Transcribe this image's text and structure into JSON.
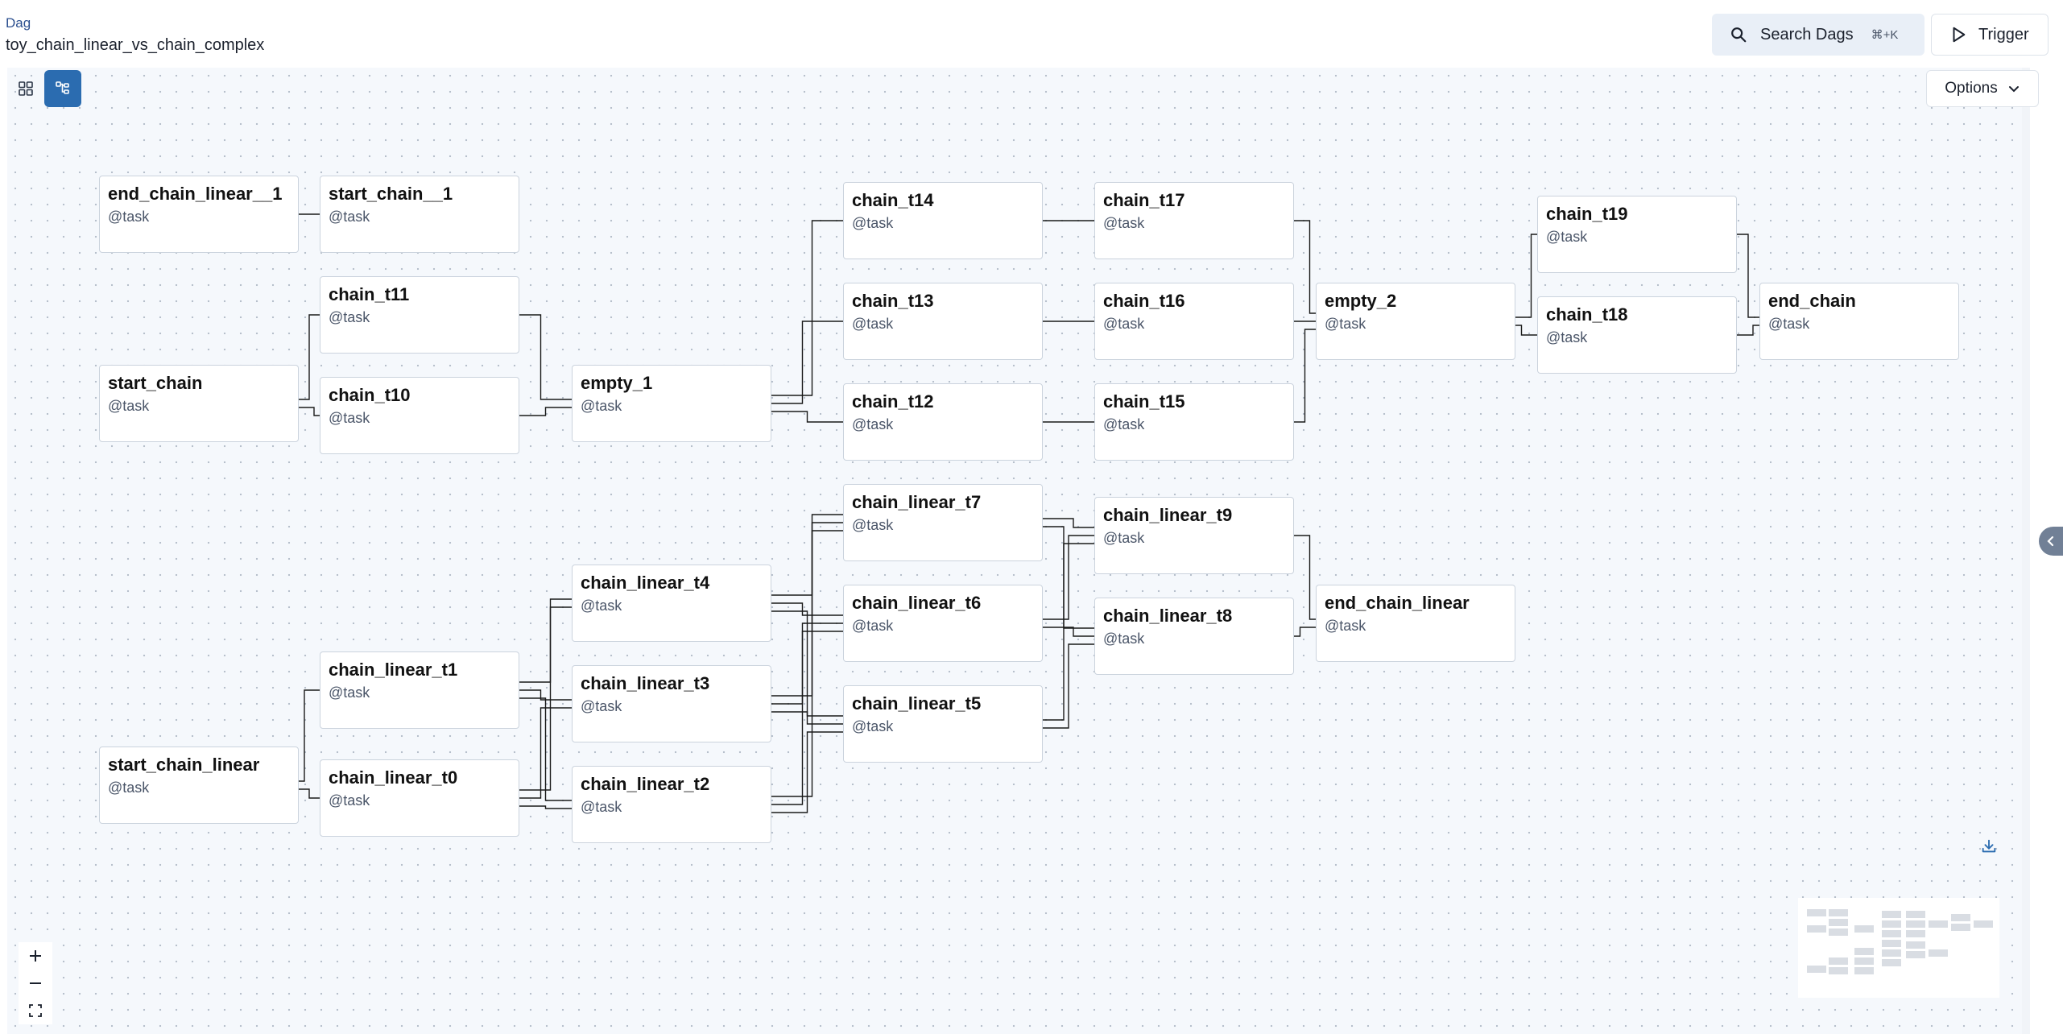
{
  "header": {
    "subtitle": "Dag",
    "title": "toy_chain_linear_vs_chain_complex",
    "search_label": "Search Dags",
    "search_shortcut": "⌘+K",
    "trigger_label": "Trigger",
    "options_label": "Options"
  },
  "nodes": [
    {
      "id": "end_chain_linear__1",
      "label": "end_chain_linear__1",
      "type": "@task"
    },
    {
      "id": "start_chain__1",
      "label": "start_chain__1",
      "type": "@task"
    },
    {
      "id": "start_chain",
      "label": "start_chain",
      "type": "@task"
    },
    {
      "id": "chain_t11",
      "label": "chain_t11",
      "type": "@task"
    },
    {
      "id": "chain_t10",
      "label": "chain_t10",
      "type": "@task"
    },
    {
      "id": "empty_1",
      "label": "empty_1",
      "type": "@task"
    },
    {
      "id": "chain_t14",
      "label": "chain_t14",
      "type": "@task"
    },
    {
      "id": "chain_t13",
      "label": "chain_t13",
      "type": "@task"
    },
    {
      "id": "chain_t12",
      "label": "chain_t12",
      "type": "@task"
    },
    {
      "id": "chain_t17",
      "label": "chain_t17",
      "type": "@task"
    },
    {
      "id": "chain_t16",
      "label": "chain_t16",
      "type": "@task"
    },
    {
      "id": "chain_t15",
      "label": "chain_t15",
      "type": "@task"
    },
    {
      "id": "empty_2",
      "label": "empty_2",
      "type": "@task"
    },
    {
      "id": "chain_t19",
      "label": "chain_t19",
      "type": "@task"
    },
    {
      "id": "chain_t18",
      "label": "chain_t18",
      "type": "@task"
    },
    {
      "id": "end_chain",
      "label": "end_chain",
      "type": "@task"
    },
    {
      "id": "chain_linear_t7",
      "label": "chain_linear_t7",
      "type": "@task"
    },
    {
      "id": "chain_linear_t6",
      "label": "chain_linear_t6",
      "type": "@task"
    },
    {
      "id": "chain_linear_t5",
      "label": "chain_linear_t5",
      "type": "@task"
    },
    {
      "id": "chain_linear_t9",
      "label": "chain_linear_t9",
      "type": "@task"
    },
    {
      "id": "chain_linear_t8",
      "label": "chain_linear_t8",
      "type": "@task"
    },
    {
      "id": "chain_linear_t4",
      "label": "chain_linear_t4",
      "type": "@task"
    },
    {
      "id": "chain_linear_t3",
      "label": "chain_linear_t3",
      "type": "@task"
    },
    {
      "id": "chain_linear_t2",
      "label": "chain_linear_t2",
      "type": "@task"
    },
    {
      "id": "chain_linear_t1",
      "label": "chain_linear_t1",
      "type": "@task"
    },
    {
      "id": "chain_linear_t0",
      "label": "chain_linear_t0",
      "type": "@task"
    },
    {
      "id": "start_chain_linear",
      "label": "start_chain_linear",
      "type": "@task"
    },
    {
      "id": "end_chain_linear",
      "label": "end_chain_linear",
      "type": "@task"
    }
  ],
  "edges": [
    [
      "end_chain_linear__1",
      "start_chain__1"
    ],
    [
      "start_chain",
      "chain_t11"
    ],
    [
      "start_chain",
      "chain_t10"
    ],
    [
      "chain_t11",
      "empty_1"
    ],
    [
      "chain_t10",
      "empty_1"
    ],
    [
      "empty_1",
      "chain_t14"
    ],
    [
      "empty_1",
      "chain_t13"
    ],
    [
      "empty_1",
      "chain_t12"
    ],
    [
      "chain_t14",
      "chain_t17"
    ],
    [
      "chain_t13",
      "chain_t16"
    ],
    [
      "chain_t12",
      "chain_t15"
    ],
    [
      "chain_t17",
      "empty_2"
    ],
    [
      "chain_t16",
      "empty_2"
    ],
    [
      "chain_t15",
      "empty_2"
    ],
    [
      "empty_2",
      "chain_t19"
    ],
    [
      "empty_2",
      "chain_t18"
    ],
    [
      "chain_t19",
      "end_chain"
    ],
    [
      "chain_t18",
      "end_chain"
    ],
    [
      "start_chain_linear",
      "chain_linear_t1"
    ],
    [
      "start_chain_linear",
      "chain_linear_t0"
    ],
    [
      "chain_linear_t1",
      "chain_linear_t4"
    ],
    [
      "chain_linear_t1",
      "chain_linear_t3"
    ],
    [
      "chain_linear_t1",
      "chain_linear_t2"
    ],
    [
      "chain_linear_t0",
      "chain_linear_t4"
    ],
    [
      "chain_linear_t0",
      "chain_linear_t3"
    ],
    [
      "chain_linear_t0",
      "chain_linear_t2"
    ],
    [
      "chain_linear_t4",
      "chain_linear_t7"
    ],
    [
      "chain_linear_t4",
      "chain_linear_t6"
    ],
    [
      "chain_linear_t4",
      "chain_linear_t5"
    ],
    [
      "chain_linear_t3",
      "chain_linear_t7"
    ],
    [
      "chain_linear_t3",
      "chain_linear_t6"
    ],
    [
      "chain_linear_t3",
      "chain_linear_t5"
    ],
    [
      "chain_linear_t2",
      "chain_linear_t7"
    ],
    [
      "chain_linear_t2",
      "chain_linear_t6"
    ],
    [
      "chain_linear_t2",
      "chain_linear_t5"
    ],
    [
      "chain_linear_t7",
      "chain_linear_t9"
    ],
    [
      "chain_linear_t7",
      "chain_linear_t8"
    ],
    [
      "chain_linear_t6",
      "chain_linear_t9"
    ],
    [
      "chain_linear_t6",
      "chain_linear_t8"
    ],
    [
      "chain_linear_t5",
      "chain_linear_t9"
    ],
    [
      "chain_linear_t5",
      "chain_linear_t8"
    ],
    [
      "chain_linear_t9",
      "end_chain_linear"
    ],
    [
      "chain_linear_t8",
      "end_chain_linear"
    ]
  ],
  "icons": {
    "search": "search-icon",
    "trigger": "play-icon",
    "options": "chevron-down-icon",
    "grid_view": "grid-view-icon",
    "graph_view": "graph-view-icon",
    "download": "download-icon",
    "zoom_in": "zoom-in-icon",
    "zoom_out": "zoom-out-icon",
    "fit_view": "fit-view-icon",
    "panel_toggle": "chevron-left-icon"
  },
  "colors": {
    "accent": "#2b6cb0",
    "canvas": "#f5f8fc",
    "edge": "#1a1a1a"
  }
}
